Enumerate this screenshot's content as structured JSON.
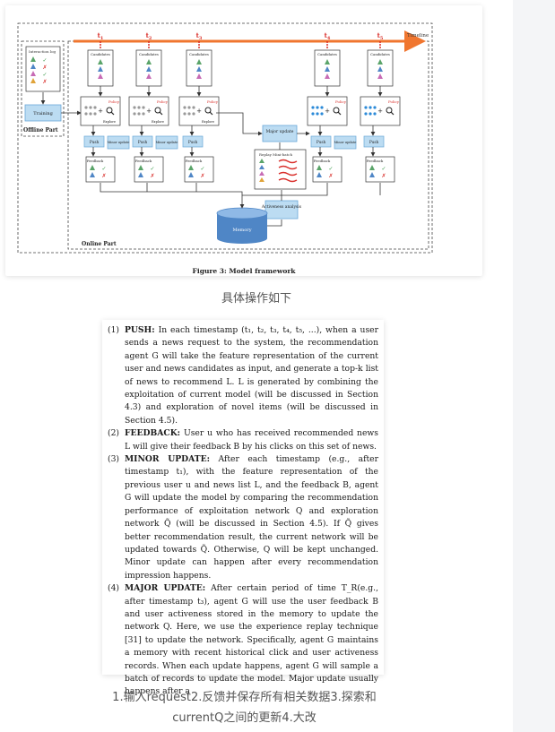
{
  "figure": {
    "caption": "Figure 3: Model framework",
    "timeline_label": "Timeline",
    "timesteps": [
      "t1",
      "t2",
      "t3",
      "t4",
      "t5"
    ],
    "offline_part": "Offline Part",
    "online_part": "Online Part",
    "interaction_log": "Interaction log",
    "training": "Training",
    "candidates": "Candidates",
    "policy": "Policy",
    "explore": "Explore",
    "push": "Push",
    "minor_update": "Minor update",
    "major_update": "Major update",
    "feedback": "Feedback",
    "replay_memory": "Replay Mini-batch",
    "activeness_analysis": "Activeness analysis",
    "memory": "Memory"
  },
  "caption1": "具体操作如下",
  "paper": {
    "items": [
      {
        "num": "(1)",
        "head": "PUSH:",
        "body": " In each timestamp (t₁, t₂, t₃, t₄, t₅, ...), when a user sends a news request to the system, the recommendation agent G will take the feature representation of the current user and news candidates as input, and generate a top-k list of news to recommend L. L is generated by combining the exploitation of current model (will be discussed in Section 4.3) and exploration of novel items (will be discussed in Section 4.5)."
      },
      {
        "num": "(2)",
        "head": "FEEDBACK:",
        "body": " User u who has received recommended news L will give their feedback B by his clicks on this set of news."
      },
      {
        "num": "(3)",
        "head": "MINOR UPDATE:",
        "body": " After each timestamp (e.g., after timestamp t₁), with the feature representation of the previous user u and news list L, and the feedback B, agent G will update the model by comparing the recommendation performance of exploitation network Q and exploration network Q̃ (will be discussed in Section 4.5). If Q̃ gives better recommendation result, the current network will be updated towards Q̃. Otherwise, Q will be kept unchanged. Minor update can happen after every recommendation impression happens."
      },
      {
        "num": "(4)",
        "head": "MAJOR UPDATE:",
        "body": " After certain period of time T_R(e.g., after timestamp t₃), agent G will use the user feedback B and user activeness stored in the memory to update the network Q. Here, we use the experience replay technique [31] to update the network. Specifically, agent G maintains a memory with recent historical click and user activeness records. When each update happens, agent G will sample a batch of records to update the model. Major update usually happens after a"
      }
    ]
  },
  "caption2": "1.输入request2.反馈并保存所有相关数据3.探索和currentQ之间的更新4.大改"
}
